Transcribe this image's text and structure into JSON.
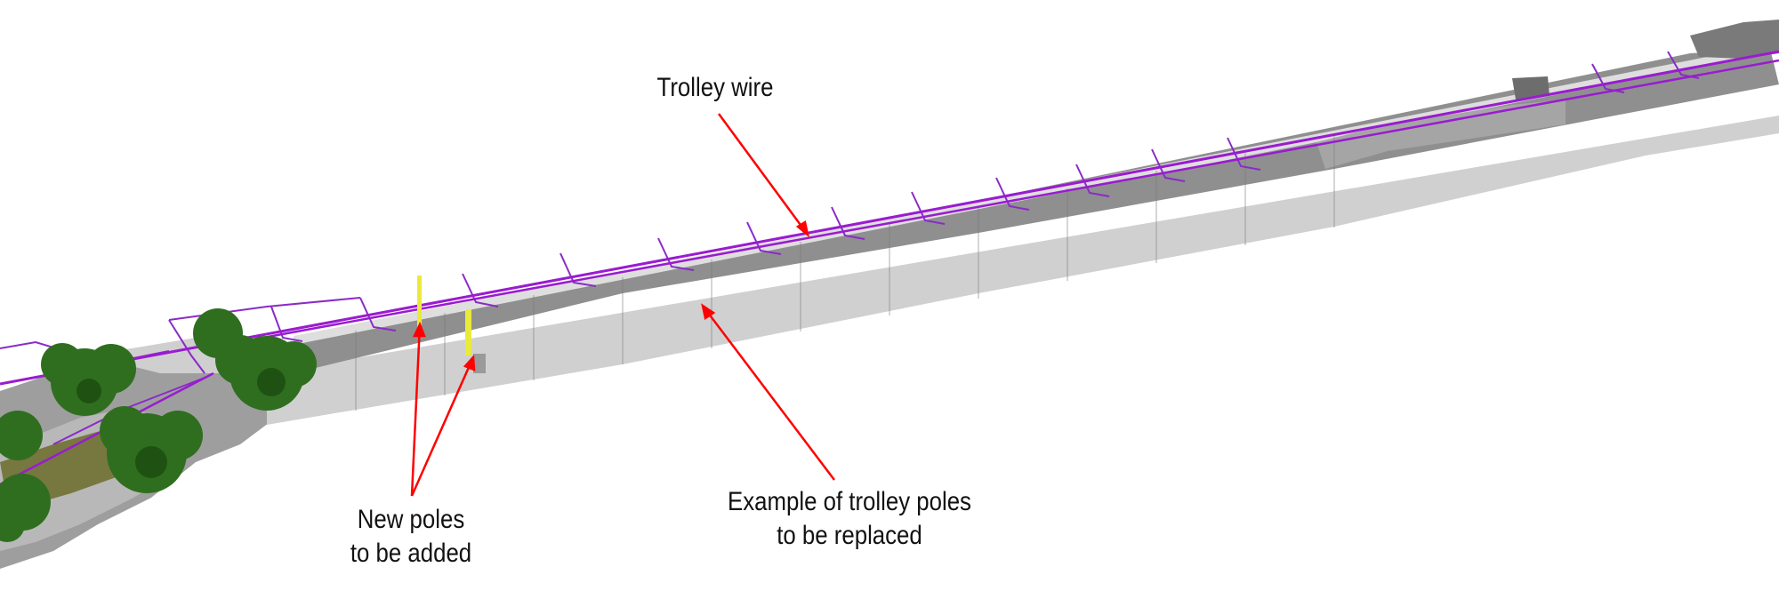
{
  "colors": {
    "trolley_wire": "#9a1bd0",
    "wall_dark": "#8c8c8c",
    "wall_light": "#c4c4c4",
    "wall_top": "#dcdcdc",
    "callout": "#ff0000",
    "new_pole_highlight": "#eaea3a",
    "tree": "#2f6e1f"
  },
  "annotations": {
    "trolley_wire": {
      "text": "Trolley wire"
    },
    "new_poles": {
      "line1": "New poles",
      "line2": "to be added"
    },
    "replace_poles": {
      "line1": "Example of trolley poles",
      "line2": "to be replaced"
    }
  },
  "icons": [
    "arrow-callout-icon",
    "tree-icon",
    "trolley-pole-icon"
  ]
}
